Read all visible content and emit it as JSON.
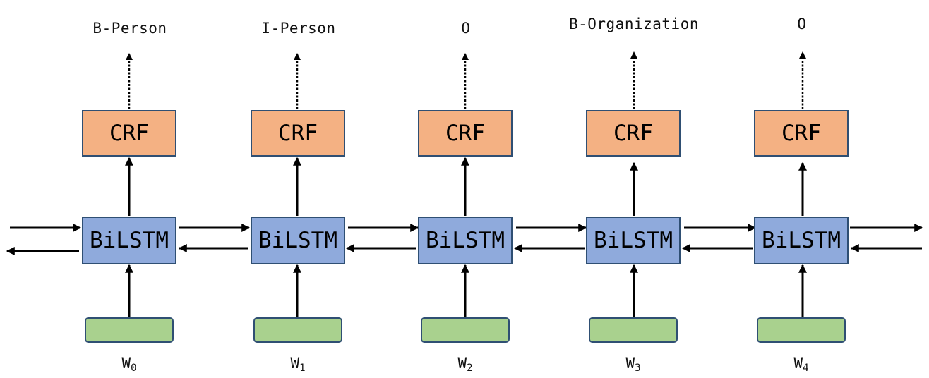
{
  "columns": [
    {
      "tag": "B-Person",
      "crf_label": "CRF",
      "rnn_label": "BiLSTM",
      "word_base": "W",
      "word_index": "0"
    },
    {
      "tag": "I-Person",
      "crf_label": "CRF",
      "rnn_label": "BiLSTM",
      "word_base": "W",
      "word_index": "1"
    },
    {
      "tag": "O",
      "crf_label": "CRF",
      "rnn_label": "BiLSTM",
      "word_base": "W",
      "word_index": "2"
    },
    {
      "tag": "B-Organization",
      "crf_label": "CRF",
      "rnn_label": "BiLSTM",
      "word_base": "W",
      "word_index": "3"
    },
    {
      "tag": "O",
      "crf_label": "CRF",
      "rnn_label": "BiLSTM",
      "word_base": "W",
      "word_index": "4"
    }
  ],
  "colors": {
    "crf_fill": "#f4b183",
    "bilstm_fill": "#8faadc",
    "embedding_fill": "#a9d18e",
    "box_border": "#2f4f73",
    "arrow": "#000000"
  }
}
